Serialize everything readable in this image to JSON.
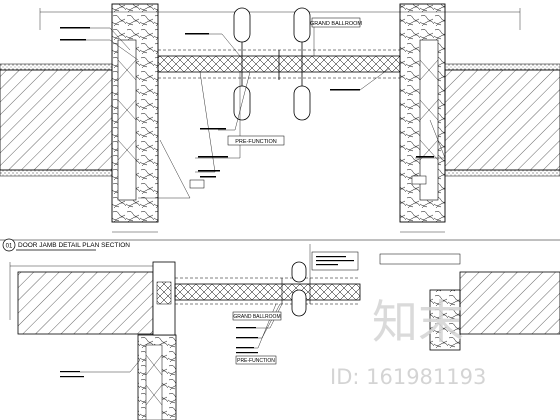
{
  "drawing": {
    "section_title": "DOOR JAMB DETAIL PLAN SECTION",
    "section_number": "01",
    "upper_tags": {
      "grand_ballroom": "GRAND BALLROOM",
      "pre_function": "PRE-FUNCTION"
    },
    "lower_tags": {
      "grand_ballroom": "GRAND BALLROOM",
      "pre_function": "PRE-FUNCTION"
    }
  },
  "watermark": {
    "logo_text": "知末",
    "id_text": "ID: 161981193"
  },
  "colors": {
    "line": "#000000",
    "background": "#ffffff",
    "watermark": "#d4d4d4"
  }
}
